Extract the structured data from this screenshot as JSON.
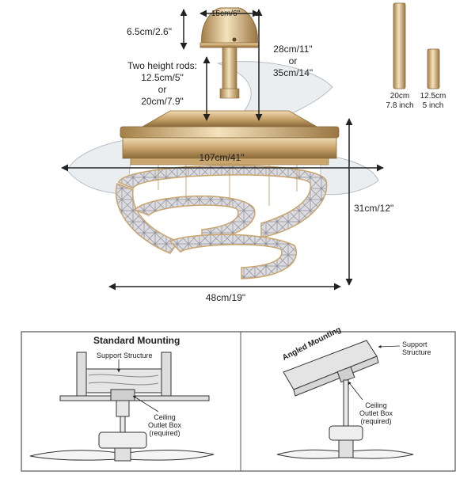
{
  "dimensions": {
    "canopy_width": "15cm/6\"",
    "canopy_height": "6.5cm/2.6\"",
    "height_rods_title": "Two height rods:",
    "height_rod_short": "12.5cm/5\"",
    "height_rod_or": "or",
    "height_rod_long": "20cm/7.9\"",
    "drop_short": "28cm/11\"",
    "drop_or": "or",
    "drop_long": "35cm/14\"",
    "blade_span": "107cm/41\"",
    "overall_height": "31cm/12\"",
    "body_width": "48cm/19\""
  },
  "rods": {
    "long_label_cm": "20cm",
    "long_label_in": "7.8 inch",
    "short_label_cm": "12.5cm",
    "short_label_in": "5 inch"
  },
  "standard_mounting": {
    "title": "Standard Mounting",
    "support_label": "Support Structure",
    "outlet_label_1": "Ceiling",
    "outlet_label_2": "Outlet Box",
    "outlet_label_3": "(required)"
  },
  "angled_mounting": {
    "title": "Angled Mounting",
    "support_label_1": "Support",
    "support_label_2": "Structure",
    "outlet_label_1": "Ceiling",
    "outlet_label_2": "Outlet Box",
    "outlet_label_3": "(required)"
  },
  "colors": {
    "gold": "#c9a46c",
    "gold_dark": "#8a6a3a",
    "crystal": "#d8d8dc",
    "blade": "#e2e6ea",
    "line": "#222222"
  }
}
